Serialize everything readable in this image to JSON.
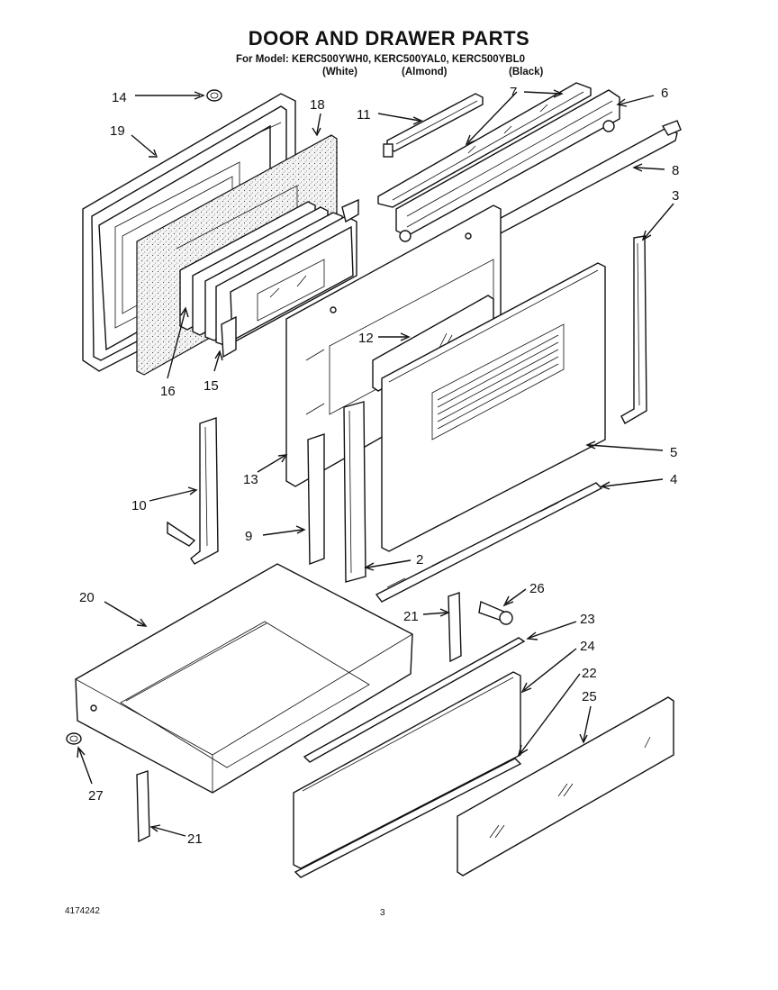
{
  "header": {
    "title": "DOOR AND DRAWER PARTS",
    "models_line": "For Model: KERC500YWH0, KERC500YAL0, KERC500YBL0",
    "color_white": "(White)",
    "color_almond": "(Almond)",
    "color_black": "(Black)"
  },
  "callouts": [
    {
      "id": "c14",
      "label": "14"
    },
    {
      "id": "c19",
      "label": "19"
    },
    {
      "id": "c18",
      "label": "18"
    },
    {
      "id": "c16",
      "label": "16"
    },
    {
      "id": "c15",
      "label": "15"
    },
    {
      "id": "c11",
      "label": "11"
    },
    {
      "id": "c7",
      "label": "7"
    },
    {
      "id": "c6",
      "label": "6"
    },
    {
      "id": "c8",
      "label": "8"
    },
    {
      "id": "c3",
      "label": "3"
    },
    {
      "id": "c12",
      "label": "12"
    },
    {
      "id": "c5",
      "label": "5"
    },
    {
      "id": "c4",
      "label": "4"
    },
    {
      "id": "c13",
      "label": "13"
    },
    {
      "id": "c10",
      "label": "10"
    },
    {
      "id": "c9",
      "label": "9"
    },
    {
      "id": "c2",
      "label": "2"
    },
    {
      "id": "c20",
      "label": "20"
    },
    {
      "id": "c26",
      "label": "26"
    },
    {
      "id": "c21a",
      "label": "21"
    },
    {
      "id": "c23",
      "label": "23"
    },
    {
      "id": "c24",
      "label": "24"
    },
    {
      "id": "c22",
      "label": "22"
    },
    {
      "id": "c25",
      "label": "25"
    },
    {
      "id": "c27",
      "label": "27"
    },
    {
      "id": "c21b",
      "label": "21"
    }
  ],
  "footer": {
    "doc_number": "4174242",
    "page_number": "3"
  }
}
